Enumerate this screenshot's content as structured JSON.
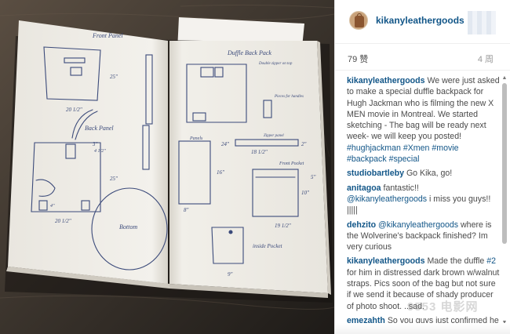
{
  "photo": {
    "alt_icon": "sketchbook-photo",
    "sketch_labels": {
      "front_panel": "Front Panel",
      "duffle_back_pack": "Duffle Back Pack",
      "double_zipper": "Double zipper on top",
      "back_panel": "Back Panel",
      "bottom": "Bottom",
      "inside_pocket": "inside Pocket",
      "front_pocket": "Front Pocket",
      "pieces_for_handles": "Pieces for handles",
      "zipper_panel": "Zipper panel",
      "panels": "Panels",
      "dim_front_width": "20 1/2\"",
      "dim_front_height": "25\"",
      "dim_back_height": "25\"",
      "dim_back_width": "20 1/2\"",
      "dim_zip": "18 1/2\"",
      "dim_24": "24\"",
      "dim_2": "2\"",
      "dim_5": "5\"",
      "dim_10": "10\"",
      "dim_8": "8\"",
      "dim_16": "16\"",
      "dim_19": "19 1/2\"",
      "dim_9": "9\"",
      "dim_3": "3\"",
      "dim_4": "4\"",
      "dim_45": "4 1/2\""
    }
  },
  "header": {
    "avatar_icon": "leather-bag-avatar",
    "username": "kikanyleathergoods"
  },
  "meta": {
    "likes": "79 赞",
    "time": "4 周"
  },
  "comments": [
    {
      "user": "kikanyleathergoods",
      "text": " We were just asked to make a special duffle backpack for Hugh Jackman who is filming the new X MEN movie in Montreal. We started sketching - The bag will be ready next week- we will keep you posted! ",
      "tags": "#hughjackman #Xmen #movie #backpack #special"
    },
    {
      "user": "studiobartleby",
      "text": " Go Kika, go!"
    },
    {
      "user": "anitagoa",
      "text": " fantastic!! ",
      "mention": "@kikanyleathergoods",
      "text2": " i miss you guys!! |||||"
    },
    {
      "user": "dehzito",
      "text": " ",
      "mention": "@kikanyleathergoods",
      "text2": " where is the Wolverine's backpack finished? Im very curious"
    },
    {
      "user": "kikanyleathergoods",
      "text": " Made the duffle ",
      "mention": "#2",
      "text2": " for him in distressed dark brown w/walnut straps. Pics soon of the bag but not sure if we send it because of shady producer of photo shoot. ..sad."
    },
    {
      "user": "emezahth",
      "text": " So you guys just confirmed he is going to come out x men apocalypse haha spoiler"
    }
  ],
  "watermark": "9553 电影网",
  "colors": {
    "link": "#125688",
    "text": "#4a4a4a",
    "muted": "#999999",
    "paper": "#f1efe9",
    "ink": "#3b4a7a"
  }
}
